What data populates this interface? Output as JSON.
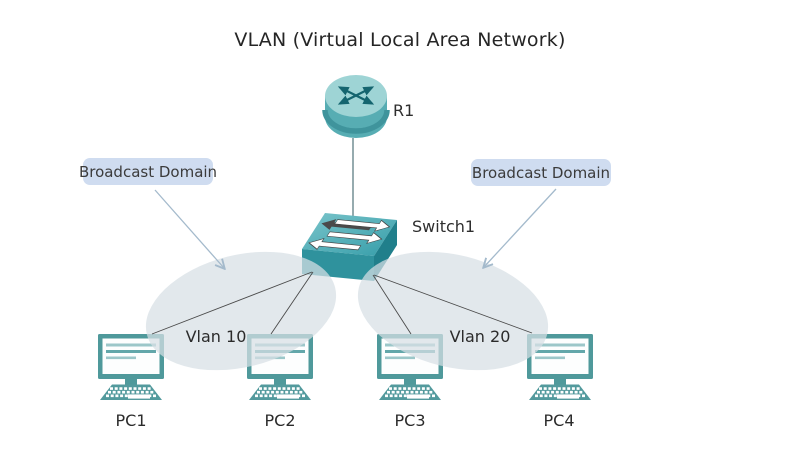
{
  "title": "VLAN (Virtual Local Area Network)",
  "devices": {
    "router": {
      "label": "R1",
      "icon": "router-icon"
    },
    "switch": {
      "label": "Switch1",
      "icon": "switch-icon"
    },
    "pcs": [
      {
        "label": "PC1",
        "icon": "pc-icon"
      },
      {
        "label": "PC2",
        "icon": "pc-icon"
      },
      {
        "label": "PC3",
        "icon": "pc-icon"
      },
      {
        "label": "PC4",
        "icon": "pc-icon"
      }
    ]
  },
  "annotations": {
    "broadcast_domain_left": {
      "label": "Broadcast Domain"
    },
    "broadcast_domain_right": {
      "label": "Broadcast Domain"
    },
    "vlan_left": {
      "label": "Vlan 10"
    },
    "vlan_right": {
      "label": "Vlan 20"
    }
  },
  "colors": {
    "device_teal": "#4f999b",
    "router_top": "#9ed4d5",
    "router_body": "#57adb3",
    "router_band": "#3f949c",
    "switch_top": "#3aa0ac",
    "switch_front": "#2f929d",
    "switch_side": "#207f8b",
    "broadcast_ellipse": "#d7dfe5",
    "callout_bg": "#cfdcf0",
    "annotation_arrow": "#a4bacc",
    "link_line": "#4a4a4a",
    "text": "#2e2e2e"
  }
}
